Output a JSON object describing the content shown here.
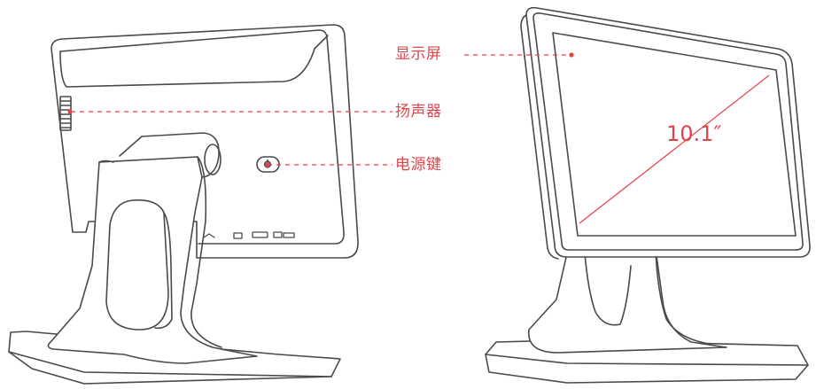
{
  "callouts": {
    "display": "显示屏",
    "speaker": "扬声器",
    "power": "电源键"
  },
  "screen_size": "10.1″",
  "colors": {
    "accent": "#e0454e",
    "outline": "#4a4a4a"
  }
}
